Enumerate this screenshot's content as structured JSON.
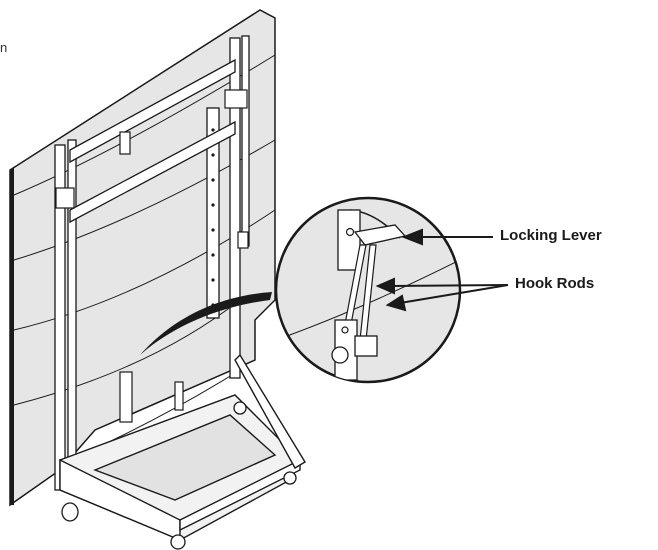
{
  "callouts": {
    "locking_lever": "Locking Lever",
    "hook_rods": "Hook Rods"
  },
  "edge_text": "n",
  "colors": {
    "panel_fill": "#e6e6e6",
    "line": "#1a1a1a",
    "background": "#ffffff"
  }
}
